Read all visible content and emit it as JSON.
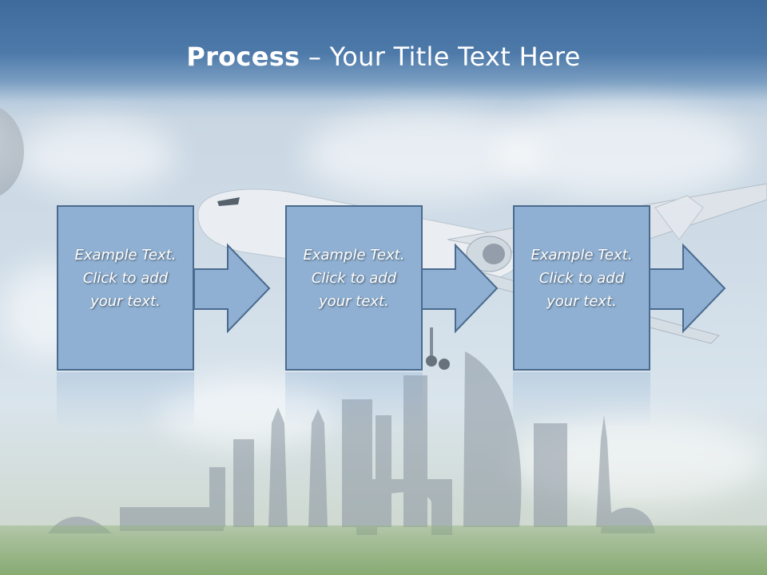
{
  "slide": {
    "title_bold": "Process",
    "title_rest": " – Your Title Text Here",
    "steps": [
      {
        "line1": "Example Text.",
        "line2": "Click  to add",
        "line3": "your text."
      },
      {
        "line1": "Example Text.",
        "line2": "Click  to add",
        "line3": "your text."
      },
      {
        "line1": "Example Text.",
        "line2": "Click  to add",
        "line3": "your text."
      }
    ]
  },
  "colors": {
    "header": "#4e7aaa",
    "box_fill": "#8fb0d2",
    "box_border": "#4a6b8e",
    "text": "#ffffff"
  },
  "icons": [
    "airplane-image",
    "city-skyline-image",
    "globe-image"
  ]
}
